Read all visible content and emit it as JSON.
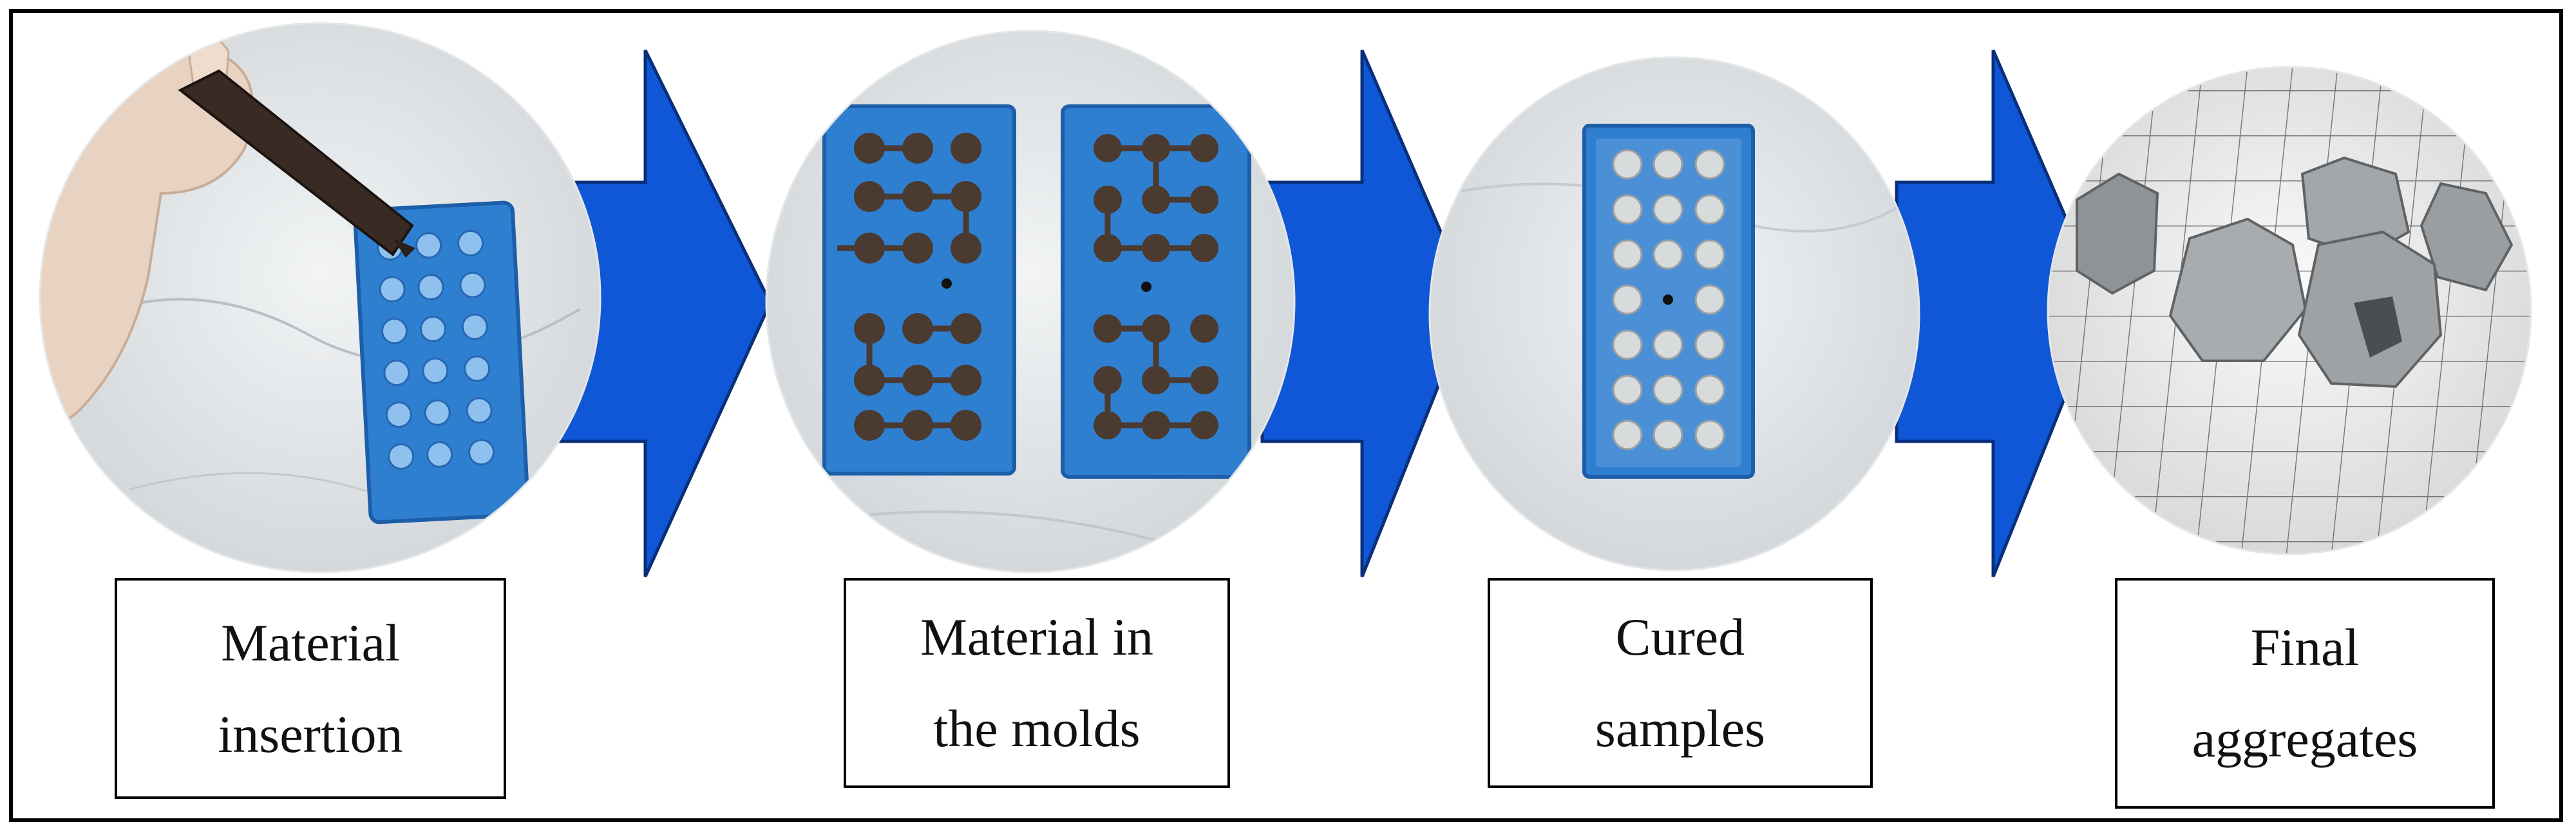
{
  "steps": [
    {
      "line1": "Material",
      "line2": "insertion"
    },
    {
      "line1": "Material in",
      "line2": "the molds"
    },
    {
      "line1": "Cured",
      "line2": "samples"
    },
    {
      "line1": "Final",
      "line2": "aggregates"
    }
  ],
  "colors": {
    "arrow_fill": "#0f57d6",
    "arrow_stroke": "#0a2f7a",
    "mold_blue": "#2f7fd1",
    "marble": "#dfe3e6",
    "paste": "#4a3a30",
    "cured_cone": "#d8dbdc",
    "aggregate_gray": "#8f9396",
    "grid_line": "#4d4f52",
    "glove": "#e8d3c2",
    "syringe": "#3a2a24"
  }
}
